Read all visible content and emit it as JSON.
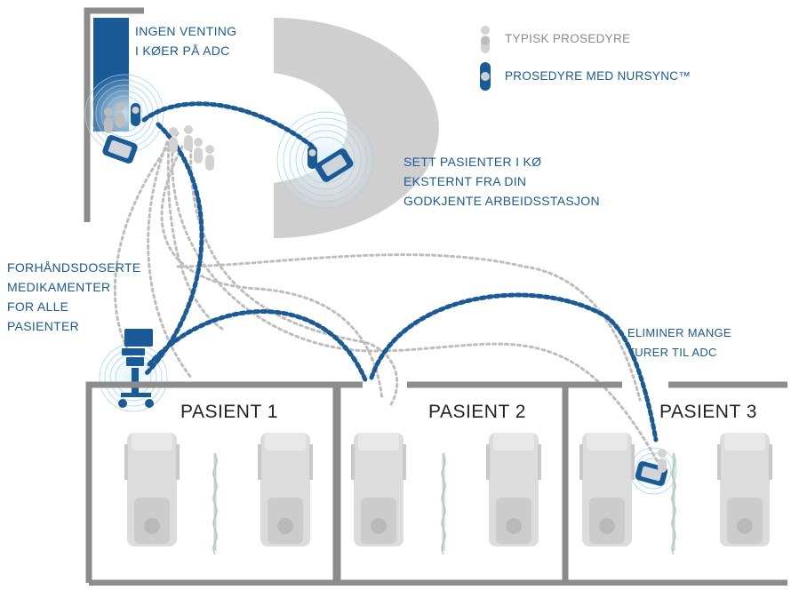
{
  "colors": {
    "nursync_blue": "#1a5a96",
    "typical_gray": "#bdbdbd",
    "wall_gray": "#8c8c8c",
    "rings": "#9fd0ec"
  },
  "legend": {
    "typical": "TYPISK PROSEDYRE",
    "nursync": "PROSEDYRE MED NURSYNC™"
  },
  "callouts": {
    "adc": "INGEN VENTING\nI KØER PÅ ADC",
    "workstation": "SETT PASIENTER I KØ\nEKSTERNT FRA DIN\nGODKJENTE ARBEIDSSTASJON",
    "predosed": "FORHÅNDSDOSERTE\nMEDIKAMENTER\nFOR ALLE\nPASIENTER",
    "eliminate": "ELIMINER MANGE\nTURER TIL ADC"
  },
  "rooms": [
    {
      "label": "PASIENT 1"
    },
    {
      "label": "PASIENT 2"
    },
    {
      "label": "PASIENT 3"
    }
  ],
  "icons": [
    "adc-cabinet-icon",
    "workstation-device-icon",
    "medication-cart-icon",
    "patient-bed-icon",
    "privacy-curtain-icon",
    "person-icon"
  ]
}
